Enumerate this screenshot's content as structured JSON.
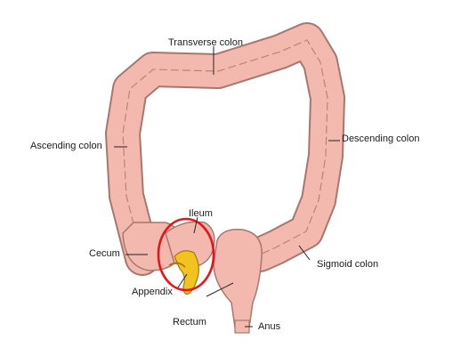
{
  "labels": {
    "transverse_colon": "Transverse colon",
    "ascending_colon": "Ascending colon",
    "descending_colon": "Descending colon",
    "ileum": "Ileum",
    "cecum": "Cecum",
    "sigmoid_colon": "Sigmoid colon",
    "appendix": "Appendix",
    "rectum": "Rectum",
    "anus": "Anus"
  },
  "colors": {
    "colon_fill": "#f4b9ae",
    "colon_outline": "#a8776c",
    "haustra_line": "#b98476",
    "appendix_fill": "#f2c21f",
    "appendix_outline": "#a0790b",
    "highlight_circle": "#e8141a",
    "leader_line": "#222222"
  }
}
